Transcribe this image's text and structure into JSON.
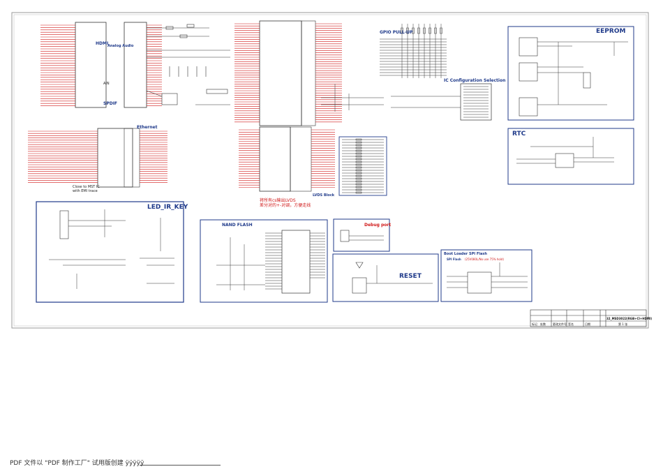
{
  "sheet": {
    "blocks": {
      "hdmi_spdif": {
        "main_label": "HDMI",
        "sub_label": "Analog Audio",
        "spdif_label": "SPDIF",
        "pins_label": "AIN"
      },
      "ethernet": {
        "title": "Ethernet",
        "note_line1": "Close to MST IC",
        "note_line2": "with EMI trace"
      },
      "pwm_lvds": {
        "note_line1": "将所有cs输出LVDS",
        "note_line2": "差分对的+-对调，方便走线",
        "block_label": "LVDS Block"
      },
      "gpio_pullup": {
        "title": "GPIO PULL-UP"
      },
      "ic_config": {
        "title": "IC Configuration Selection"
      },
      "eeprom": {
        "title": "EEPROM"
      },
      "rtc": {
        "title": "RTC"
      },
      "led_ir_key": {
        "title": "LED_IR_KEY"
      },
      "nand_flash": {
        "title": "NAND FLASH"
      },
      "debug_port": {
        "title": "Debug port"
      },
      "reset": {
        "title": "RESET"
      },
      "boot_spi": {
        "title": "Boot Loader SPI Flash",
        "sub_title": "SPI Flash",
        "part_note": "(25V080L/No use 75% hold)"
      }
    },
    "title_block": {
      "project": "32_MSD3022(RGB+CI+HDMI)",
      "row_labels": [
        "标记",
        "处数",
        "更改文件号",
        "签名",
        "日期"
      ],
      "page": "第 1 张"
    }
  },
  "footer": {
    "watermark_text": "PDF 文件以 \"PDF 制作工厂\" 试用版创建  ÿÿÿÿÿ"
  },
  "colors": {
    "box_blue": "#1f3a8a",
    "net_red": "#d01818",
    "wire_dark": "#333333"
  }
}
